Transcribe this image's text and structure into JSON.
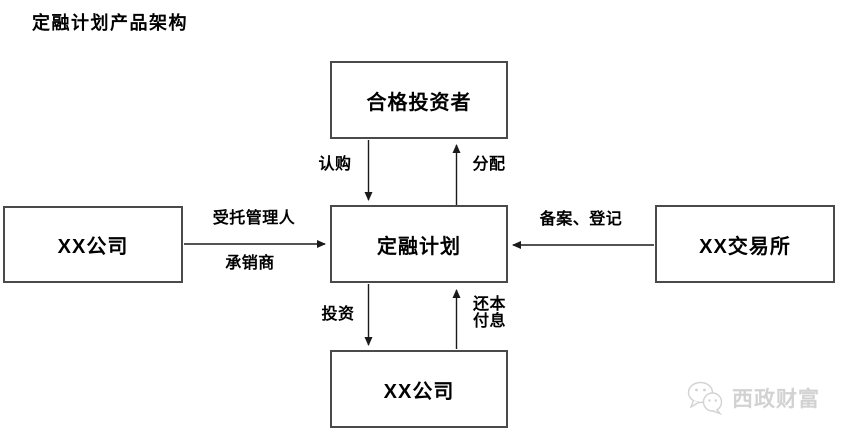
{
  "title": "定融计划产品架构",
  "nodes": {
    "investors": {
      "label": "合格投资者"
    },
    "plan": {
      "label": "定融计划"
    },
    "company_left": {
      "label": "XX公司"
    },
    "exchange": {
      "label": "XX交易所"
    },
    "company_bottom": {
      "label": "XX公司"
    }
  },
  "edges": {
    "subscribe": {
      "label": "认购",
      "from": "合格投资者",
      "to": "定融计划"
    },
    "distribute": {
      "label": "分配",
      "from": "定融计划",
      "to": "合格投资者"
    },
    "trustee": {
      "label": "受托管理人",
      "from": "XX公司",
      "to": "定融计划"
    },
    "underwriter": {
      "label": "承销商",
      "from": "XX公司",
      "to": "定融计划"
    },
    "filing": {
      "label": "备案、登记",
      "from": "XX交易所",
      "to": "定融计划"
    },
    "invest": {
      "label": "投资",
      "from": "定融计划",
      "to": "XX公司"
    },
    "repay": {
      "label": "还本\n付息",
      "from": "XX公司",
      "to": "定融计划"
    }
  },
  "watermark": {
    "text": "西政财富",
    "icon": "wechat-icon"
  },
  "colors": {
    "background": "#ffffff",
    "box_border": "#4a4a4a",
    "arrow": "#1a1a1a",
    "text": "#000000",
    "watermark": "#d2d2d2"
  }
}
